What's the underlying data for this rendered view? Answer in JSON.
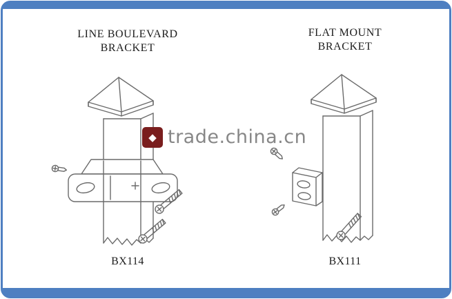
{
  "frame": {
    "border_color": "#4e7fc1"
  },
  "watermark": {
    "logo": "red-square-logo",
    "logo_glyph": "◆",
    "logo_color": "#7a1e1e",
    "text": "trade.china.cn",
    "text_color": "#7d7d7d"
  },
  "diagrams": [
    {
      "id": "line-boulevard-bracket",
      "title_line1": "LINE BOULEVARD",
      "title_line2": "BRACKET",
      "part_number": "BX114"
    },
    {
      "id": "flat-mount-bracket",
      "title_line1": "FLAT MOUNT",
      "title_line2": "BRACKET",
      "part_number": "BX111"
    }
  ]
}
